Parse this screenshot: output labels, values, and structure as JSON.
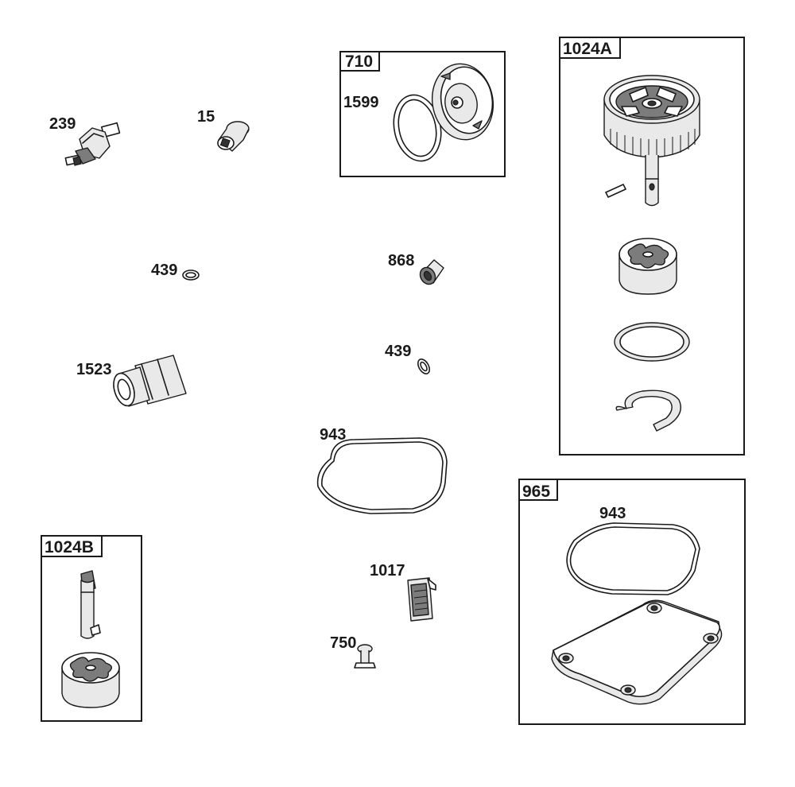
{
  "parts": {
    "p239": "239",
    "p15": "15",
    "p439a": "439",
    "p1523": "1523",
    "p868": "868",
    "p439b": "439",
    "p943": "943",
    "p1017": "1017",
    "p750": "750",
    "p1599": "1599"
  },
  "groups": {
    "g710": {
      "label": "710"
    },
    "g1024a": {
      "label": "1024A"
    },
    "g965": {
      "label": "965",
      "inner_label": "943"
    },
    "g1024b": {
      "label": "1024B"
    }
  },
  "colors": {
    "line": "#1a1a1a",
    "shade": "#e9e9e9",
    "dark": "#7c7c7c",
    "background": "#ffffff"
  }
}
